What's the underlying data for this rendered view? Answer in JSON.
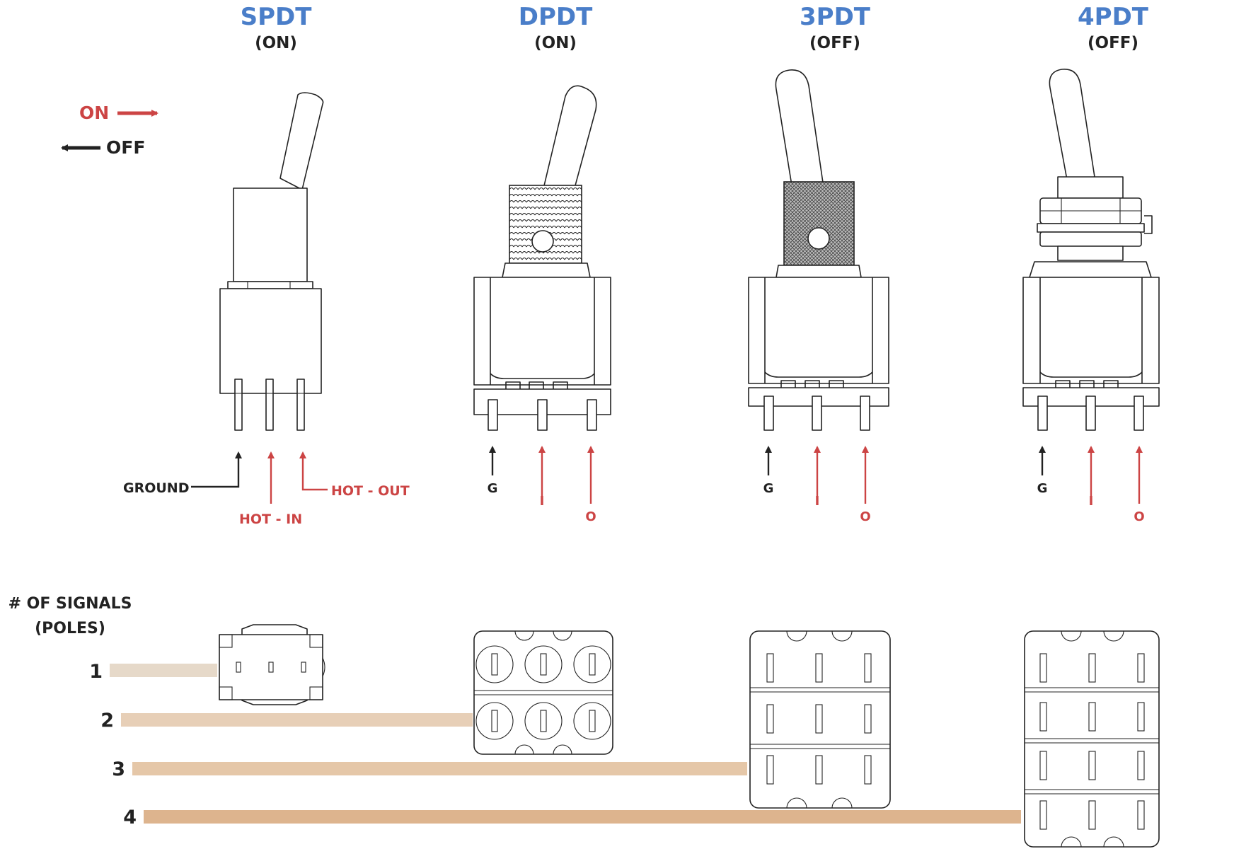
{
  "colors": {
    "title_blue": "#4a7ec9",
    "red": "#cc4444",
    "black": "#222222",
    "bar_shades": [
      "#e6d9c9",
      "#e7cfb7",
      "#e5c7a8",
      "#ddb48e"
    ]
  },
  "legend": {
    "on": "ON",
    "off": "OFF"
  },
  "switches": [
    {
      "title": "SPDT",
      "state": "(ON)"
    },
    {
      "title": "DPDT",
      "state": "(ON)"
    },
    {
      "title": "3PDT",
      "state": "(OFF)"
    },
    {
      "title": "4PDT",
      "state": "(OFF)"
    }
  ],
  "pins_spdt": {
    "ground": "GROUND",
    "hot_in": "HOT - IN",
    "hot_out": "HOT - OUT"
  },
  "pins_short": {
    "g": "G",
    "i": "I",
    "o": "O"
  },
  "poles": {
    "heading_line1": "# OF SIGNALS",
    "heading_line2": "(POLES)",
    "rows": [
      "1",
      "2",
      "3",
      "4"
    ]
  }
}
